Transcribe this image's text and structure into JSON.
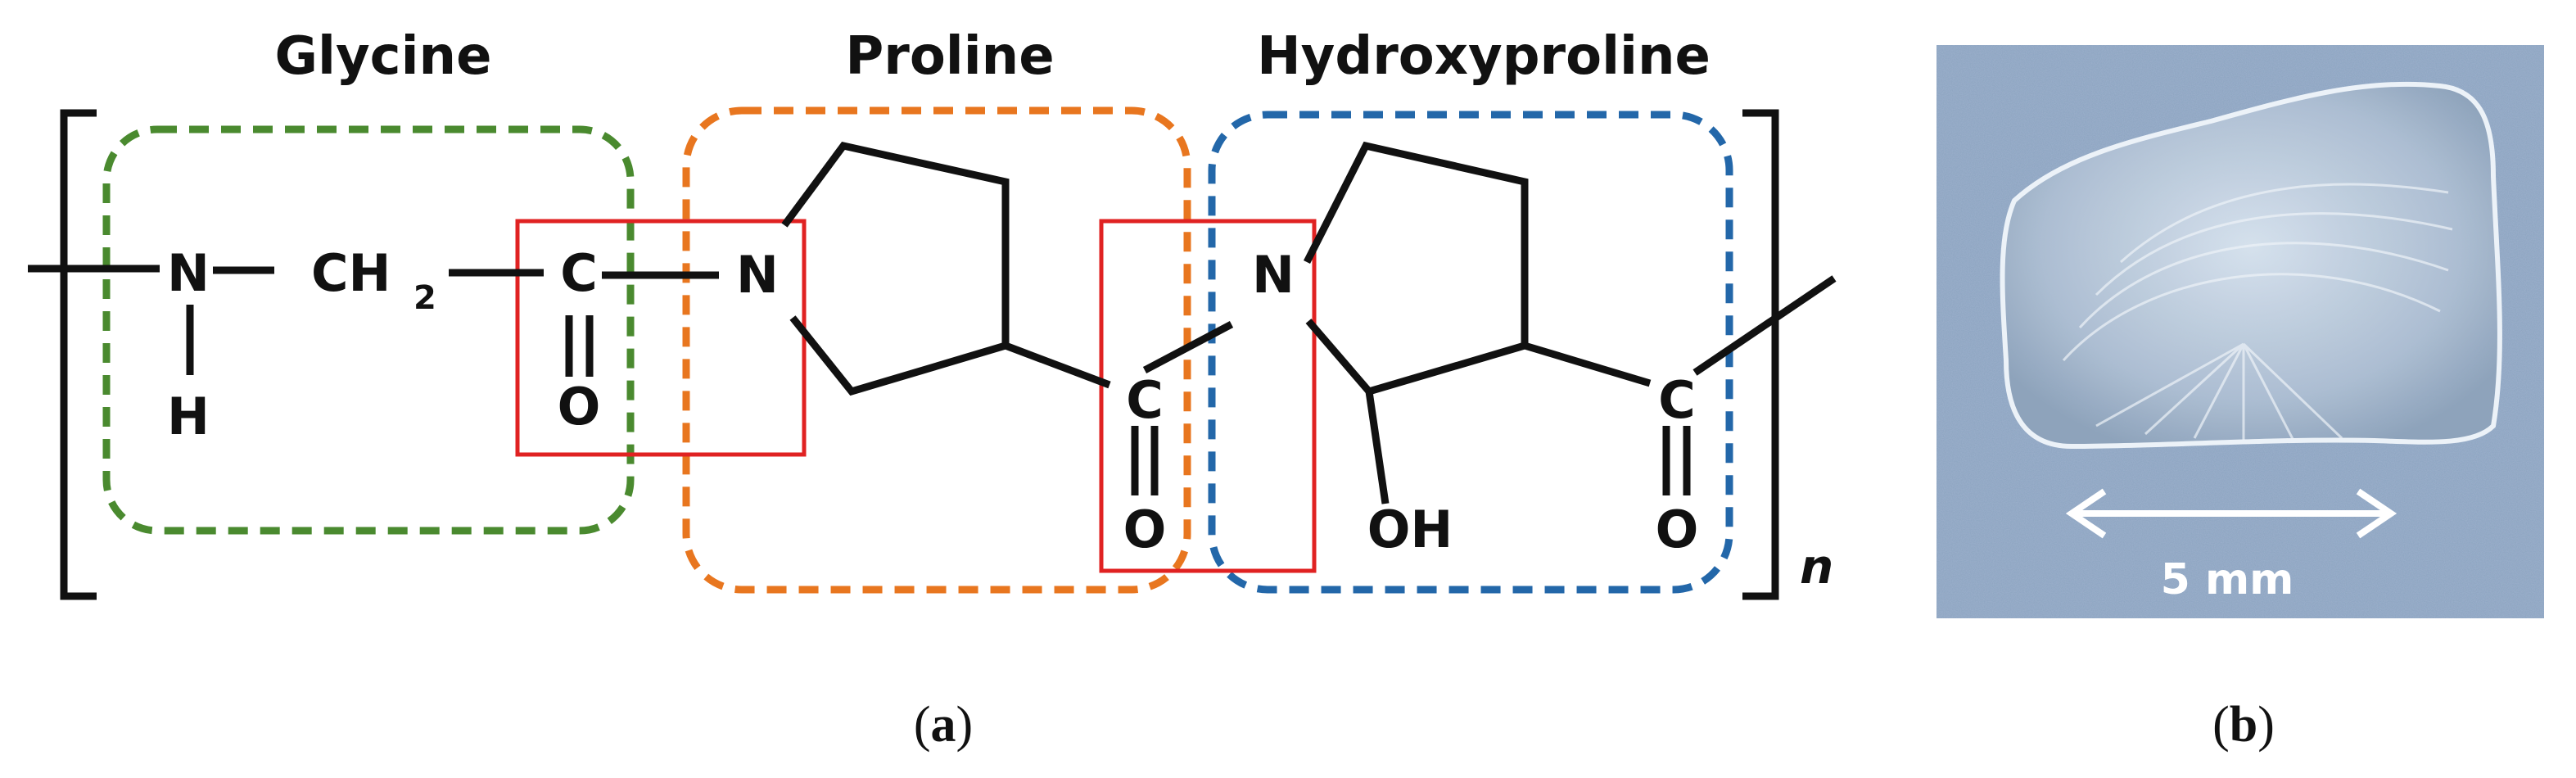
{
  "colors": {
    "glycine_box": "#4a8a2f",
    "proline_box": "#e8761f",
    "hydroxyproline_box": "#2367a9",
    "peptide_bond_box": "#e02222",
    "bonds": "#111111",
    "photo_background": "#8fa6c2",
    "scale_arrow": "#ffffff"
  },
  "residues": {
    "glycine": "Glycine",
    "proline": "Proline",
    "hydroxyproline": "Hydroxyproline"
  },
  "atoms": {
    "n1": "N",
    "h1": "H",
    "ch": "CH",
    "ch_sub": "2",
    "c1": "C",
    "o1": "O",
    "n2": "N",
    "c2": "C",
    "o2": "O",
    "n3": "N",
    "oh": "OH",
    "c3": "C",
    "o3": "O"
  },
  "repeat_label": "n",
  "panel_labels": {
    "a_open": "(",
    "a_letter": "a",
    "a_close": ")",
    "b_open": "(",
    "b_letter": "b",
    "b_close": ")"
  },
  "photo": {
    "scale_text": "5 mm"
  }
}
